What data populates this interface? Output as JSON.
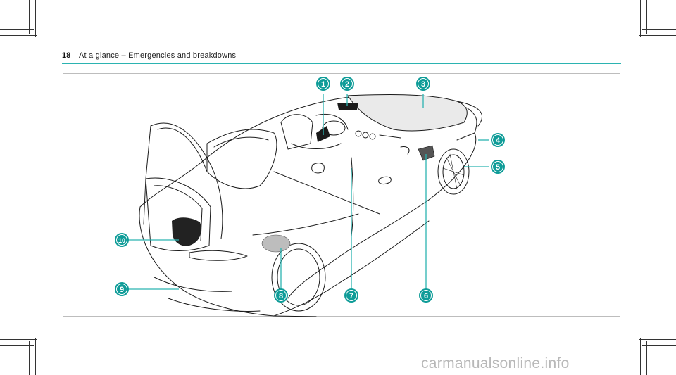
{
  "header": {
    "page_number": "18",
    "title": "At a glance – Emergencies and breakdowns"
  },
  "figure": {
    "callouts": [
      "1",
      "2",
      "3",
      "4",
      "5",
      "6",
      "7",
      "8",
      "9",
      "10"
    ]
  },
  "footer": {
    "watermark": "carmanualsonline.info"
  },
  "colors": {
    "accent": "#2bb3b1",
    "callout_fill": "#0f9c98",
    "line_art": "#1a1a1a"
  }
}
